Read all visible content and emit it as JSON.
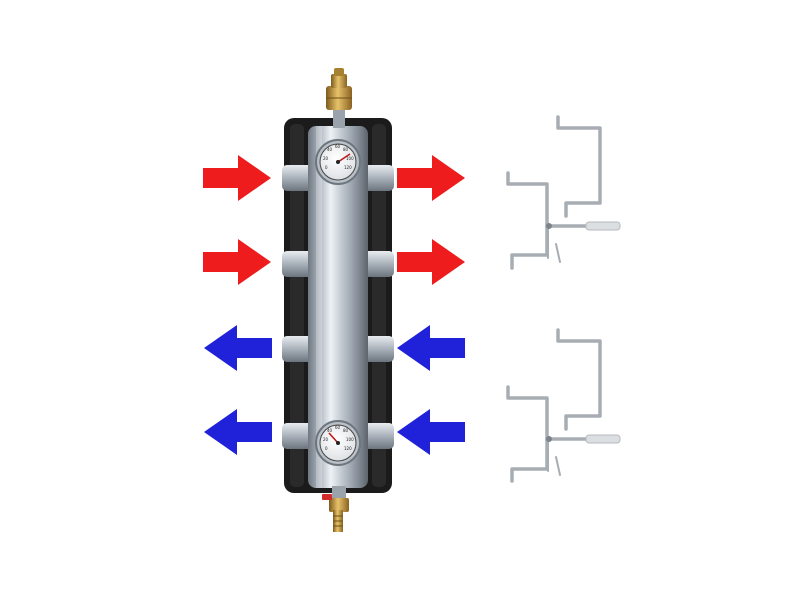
{
  "image": {
    "background": "#ffffff",
    "colors": {
      "flow_hot": "#ee1c1c",
      "flow_cold": "#1f22d8",
      "insulation": "#1b1b1b",
      "steel_light": "#dfe4ea",
      "steel_dark": "#7f8893",
      "brass": "#c79a3c",
      "bracket_metal": "#a7adb3"
    },
    "gauges": {
      "top": {
        "scale": [
          "0",
          "20",
          "40",
          "60",
          "80",
          "100",
          "120"
        ]
      },
      "bottom": {
        "scale": [
          "0",
          "20",
          "40",
          "60",
          "80",
          "100",
          "120"
        ]
      }
    },
    "icons": {
      "hot_in": "arrow-right-icon",
      "hot_out": "arrow-right-icon",
      "cold_in": "arrow-left-icon",
      "cold_out": "arrow-left-icon"
    }
  }
}
